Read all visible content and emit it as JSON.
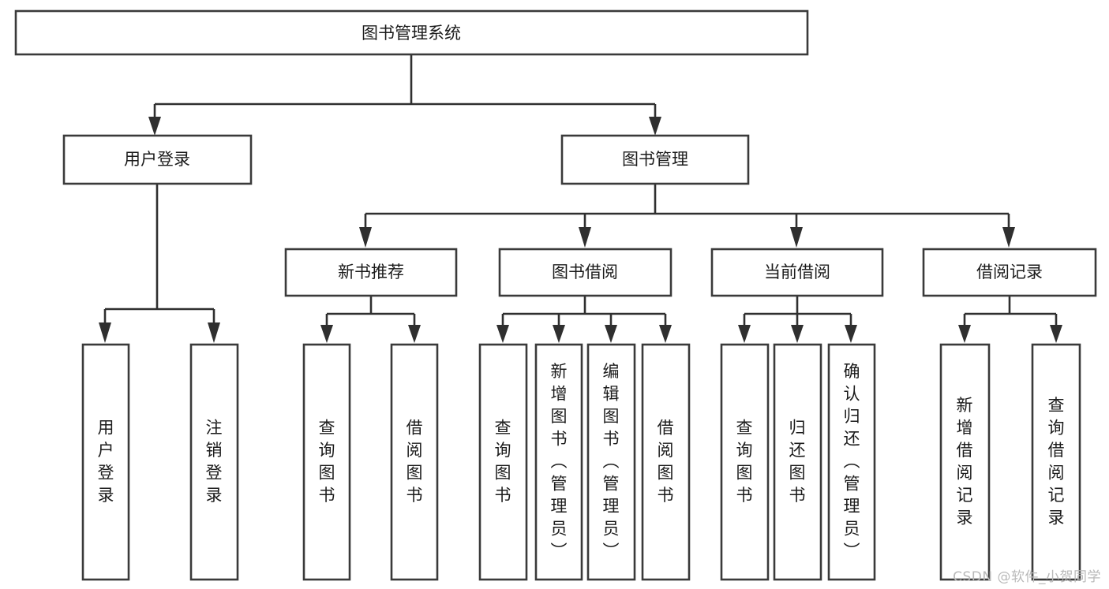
{
  "diagram": {
    "type": "tree",
    "title": "图书管理系统",
    "watermark": "CSDN @软件_小贺同学",
    "colors": {
      "box_stroke": "#3a3a3a",
      "connector": "#2f2f2f",
      "box_fill": "#ffffff",
      "text": "#1b1b1b",
      "watermark": "#b9b9b9"
    },
    "root": {
      "label": "图书管理系统"
    },
    "level2": [
      {
        "label": "用户登录"
      },
      {
        "label": "图书管理"
      }
    ],
    "level3": [
      {
        "label": "新书推荐"
      },
      {
        "label": "图书借阅"
      },
      {
        "label": "当前借阅"
      },
      {
        "label": "借阅记录"
      }
    ],
    "leaves": {
      "user_login": [
        {
          "label": "用户登录"
        },
        {
          "label": "注销登录"
        }
      ],
      "new_book": [
        {
          "label": "查询图书"
        },
        {
          "label": "借阅图书"
        }
      ],
      "book_borrow": [
        {
          "label": "查询图书"
        },
        {
          "label": "新增图书（管理员）"
        },
        {
          "label": "编辑图书（管理员）"
        },
        {
          "label": "借阅图书"
        }
      ],
      "current_borrow": [
        {
          "label": "查询图书"
        },
        {
          "label": "归还图书"
        },
        {
          "label": "确认归还（管理员）"
        }
      ],
      "borrow_record": [
        {
          "label": "新增借阅记录"
        },
        {
          "label": "查询借阅记录"
        }
      ]
    }
  }
}
